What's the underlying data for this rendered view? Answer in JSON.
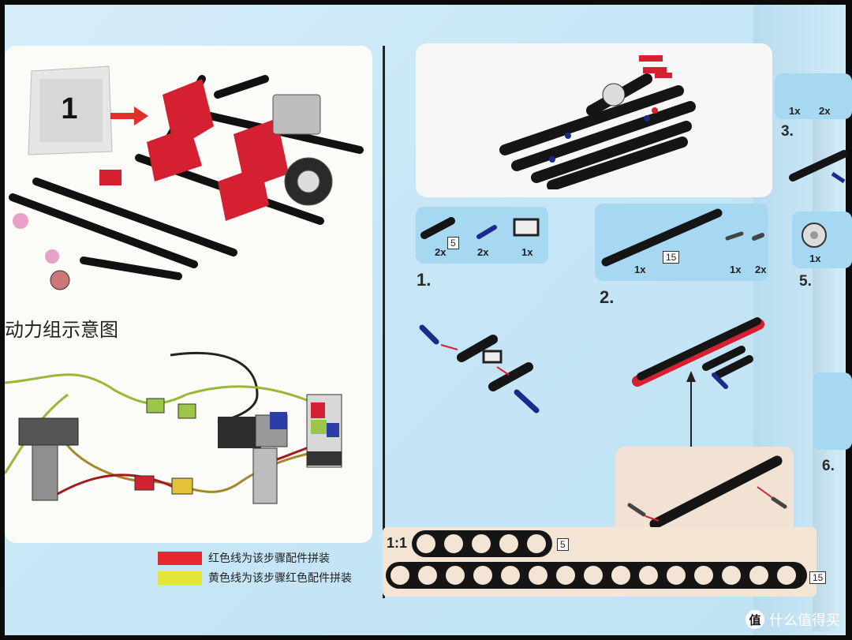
{
  "left_page": {
    "bag_number": "1",
    "caption": "动力组示意图",
    "legend": [
      {
        "color": "#e8262d",
        "text": "红色线为该步骤配件拼装"
      },
      {
        "color": "#e3e53a",
        "text": "黄色线为该步骤红色配件拼装"
      }
    ]
  },
  "right_page": {
    "steps": [
      {
        "number": "1.",
        "parts": [
          {
            "qty": "2x",
            "badge": "5"
          },
          {
            "qty": "2x"
          },
          {
            "qty": "1x"
          }
        ]
      },
      {
        "number": "2.",
        "parts": [
          {
            "qty": "1x",
            "badge": "15"
          },
          {
            "qty": "1x"
          },
          {
            "qty": "2x"
          }
        ]
      }
    ],
    "ruler": {
      "scale": "1:1",
      "short_beam": "5",
      "long_beam": "15"
    }
  },
  "next_page": {
    "qty_a": "1x",
    "qty_b": "2x",
    "step_3": "3.",
    "qty_c": "1x",
    "step_5": "5.",
    "step_6": "6."
  },
  "watermark": {
    "logo": "值",
    "text": "什么值得买"
  },
  "colors": {
    "page_blue": "#c7e6f6",
    "red_wire": "#e8262d",
    "yellow_wire": "#e3e53a",
    "beam": "#1c1c1c",
    "red_part": "#d42030",
    "pin_blue": "#1e2a8a"
  }
}
